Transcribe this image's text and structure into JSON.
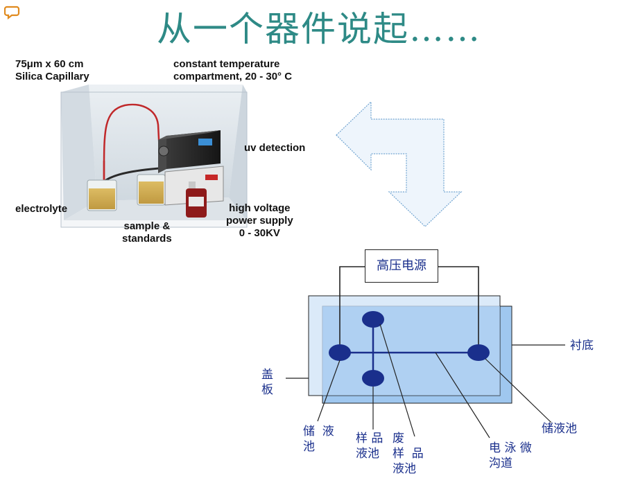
{
  "title": "从一个器件说起……",
  "photo_labels": {
    "capillary": "75μm x 60 cm\nSilica Capillary",
    "temperature": "constant temperature\ncompartment, 20 - 30° C",
    "uv": "uv detection",
    "electrolyte": "electrolyte",
    "sample": "sample &\nstandards",
    "hv": "high voltage\npower supply\n0 - 30KV"
  },
  "chip_labels": {
    "power": "高压电源",
    "substrate": "衬底",
    "cover": "盖\n板",
    "reservoir_left": "储  液\n池",
    "sample_reservoir": "样 品\n液池",
    "waste_sample": "废\n样  品\n液池",
    "channel": "电 泳 微\n沟道",
    "reservoir_right": "储液池"
  },
  "colors": {
    "title": "#2e8a86",
    "label_blue": "#1a2f8c",
    "plate_light": "#cfe3f7",
    "plate_mid": "#9fc7ef",
    "reservoir": "#1a2f8c",
    "arrow_fill": "#eef5fc",
    "arrow_stroke": "#6fa3d0"
  },
  "icons": [
    "comment-icon",
    "bidirectional-arrow-icon"
  ]
}
